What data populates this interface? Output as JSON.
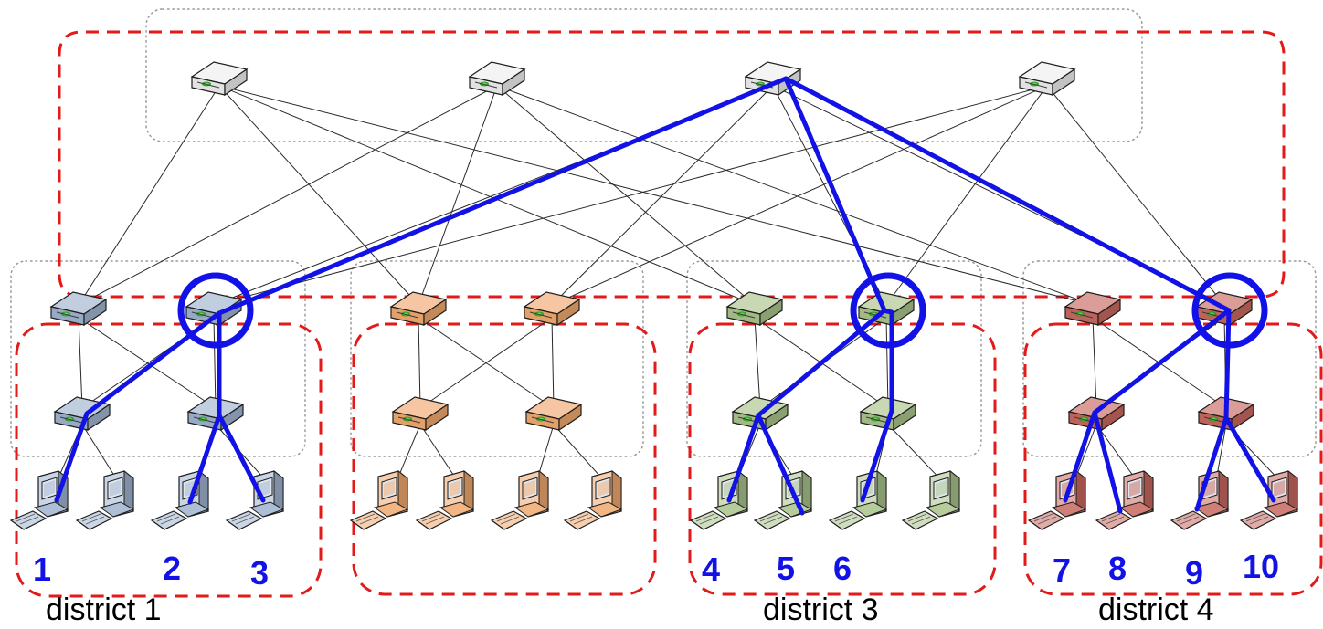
{
  "diagram": {
    "colors": {
      "district_1": "#9fb3cf",
      "district_2": "#f0a86e",
      "district_3": "#a9c38a",
      "district_4": "#c8685f",
      "core": "#eeeeee",
      "highlight": "#1212e6",
      "dashed_boundary": "#e31a1a",
      "dotted_boundary": "#9a9a9a"
    },
    "core_switches": [
      {
        "id": "core-1"
      },
      {
        "id": "core-2"
      },
      {
        "id": "core-3"
      },
      {
        "id": "core-4"
      }
    ],
    "pods": [
      {
        "id": "pod-1",
        "color_key": "district_1"
      },
      {
        "id": "pod-2",
        "color_key": "district_2"
      },
      {
        "id": "pod-3",
        "color_key": "district_3"
      },
      {
        "id": "pod-4",
        "color_key": "district_4"
      }
    ],
    "host_labels": [
      "1",
      "2",
      "3",
      "4",
      "5",
      "6",
      "7",
      "8",
      "9",
      "10"
    ],
    "district_labels": {
      "district_1": "district 1",
      "district_3": "district 3",
      "district_4": "district 4"
    }
  }
}
